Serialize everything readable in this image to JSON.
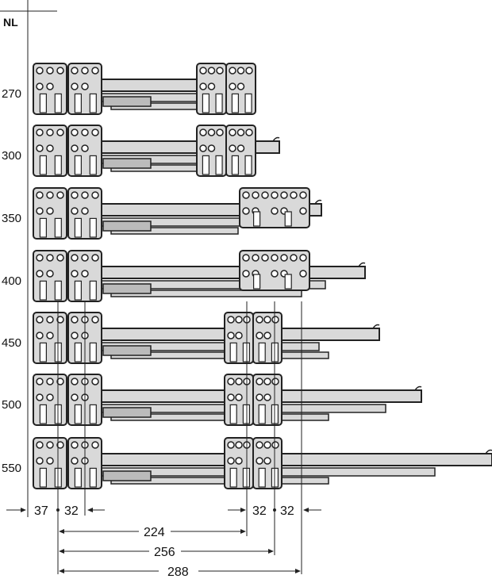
{
  "axis_label": "NL",
  "drawers": [
    {
      "nl": "270"
    },
    {
      "nl": "300"
    },
    {
      "nl": "350"
    },
    {
      "nl": "400"
    },
    {
      "nl": "450"
    },
    {
      "nl": "500"
    },
    {
      "nl": "550"
    }
  ],
  "dimensions": {
    "rear_offset": "37",
    "rear_spacing": "32",
    "front_spacing_left": "32",
    "front_spacing_right": "32",
    "span_short": "224",
    "span_mid": "256",
    "span_long": "288"
  },
  "colors": {
    "part_fill": "#d9d9d9",
    "line": "#222222",
    "hole": "#ffffff"
  }
}
